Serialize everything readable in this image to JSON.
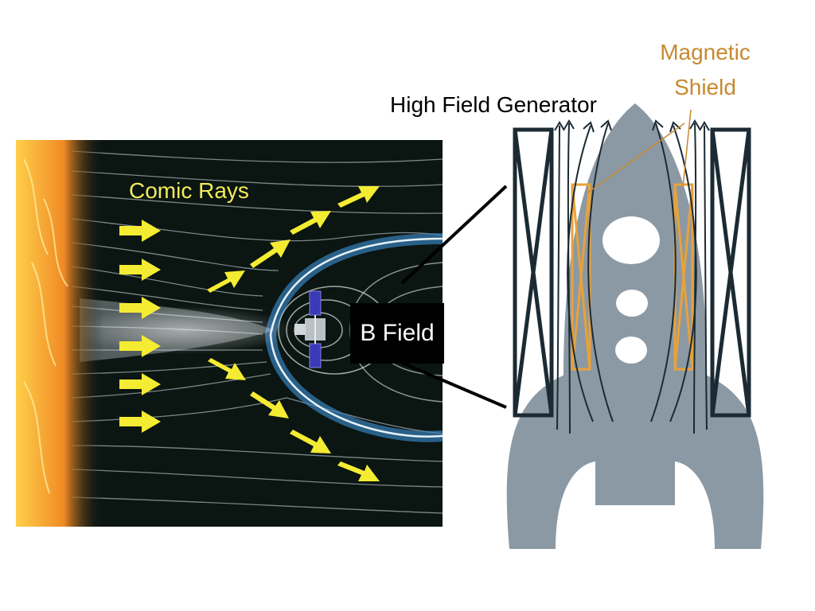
{
  "labels": {
    "high_field_generator": "High Field Generator",
    "magnetic_shield_line1": "Magnetic",
    "magnetic_shield_line2": "Shield",
    "comic_rays": "Comic Rays",
    "b_field": "B Field"
  },
  "colors": {
    "background": "#ffffff",
    "space": "#0b1512",
    "sun_core": "#ffcf4a",
    "sun_edge": "#e5631a",
    "field_lines": "#d9e4ea",
    "magnetosphere": "#3b88c8",
    "ray_arrows": "#f4ec32",
    "rocket_body": "#8b99a4",
    "rocket_window": "#ffffff",
    "coil_frame": "#1b2a33",
    "shield_coil": "#e8a23a",
    "shield_label": "#c8892f",
    "callout_box": "#000000"
  },
  "icons": {
    "satellite": "satellite-icon",
    "rocket": "rocket-icon"
  }
}
